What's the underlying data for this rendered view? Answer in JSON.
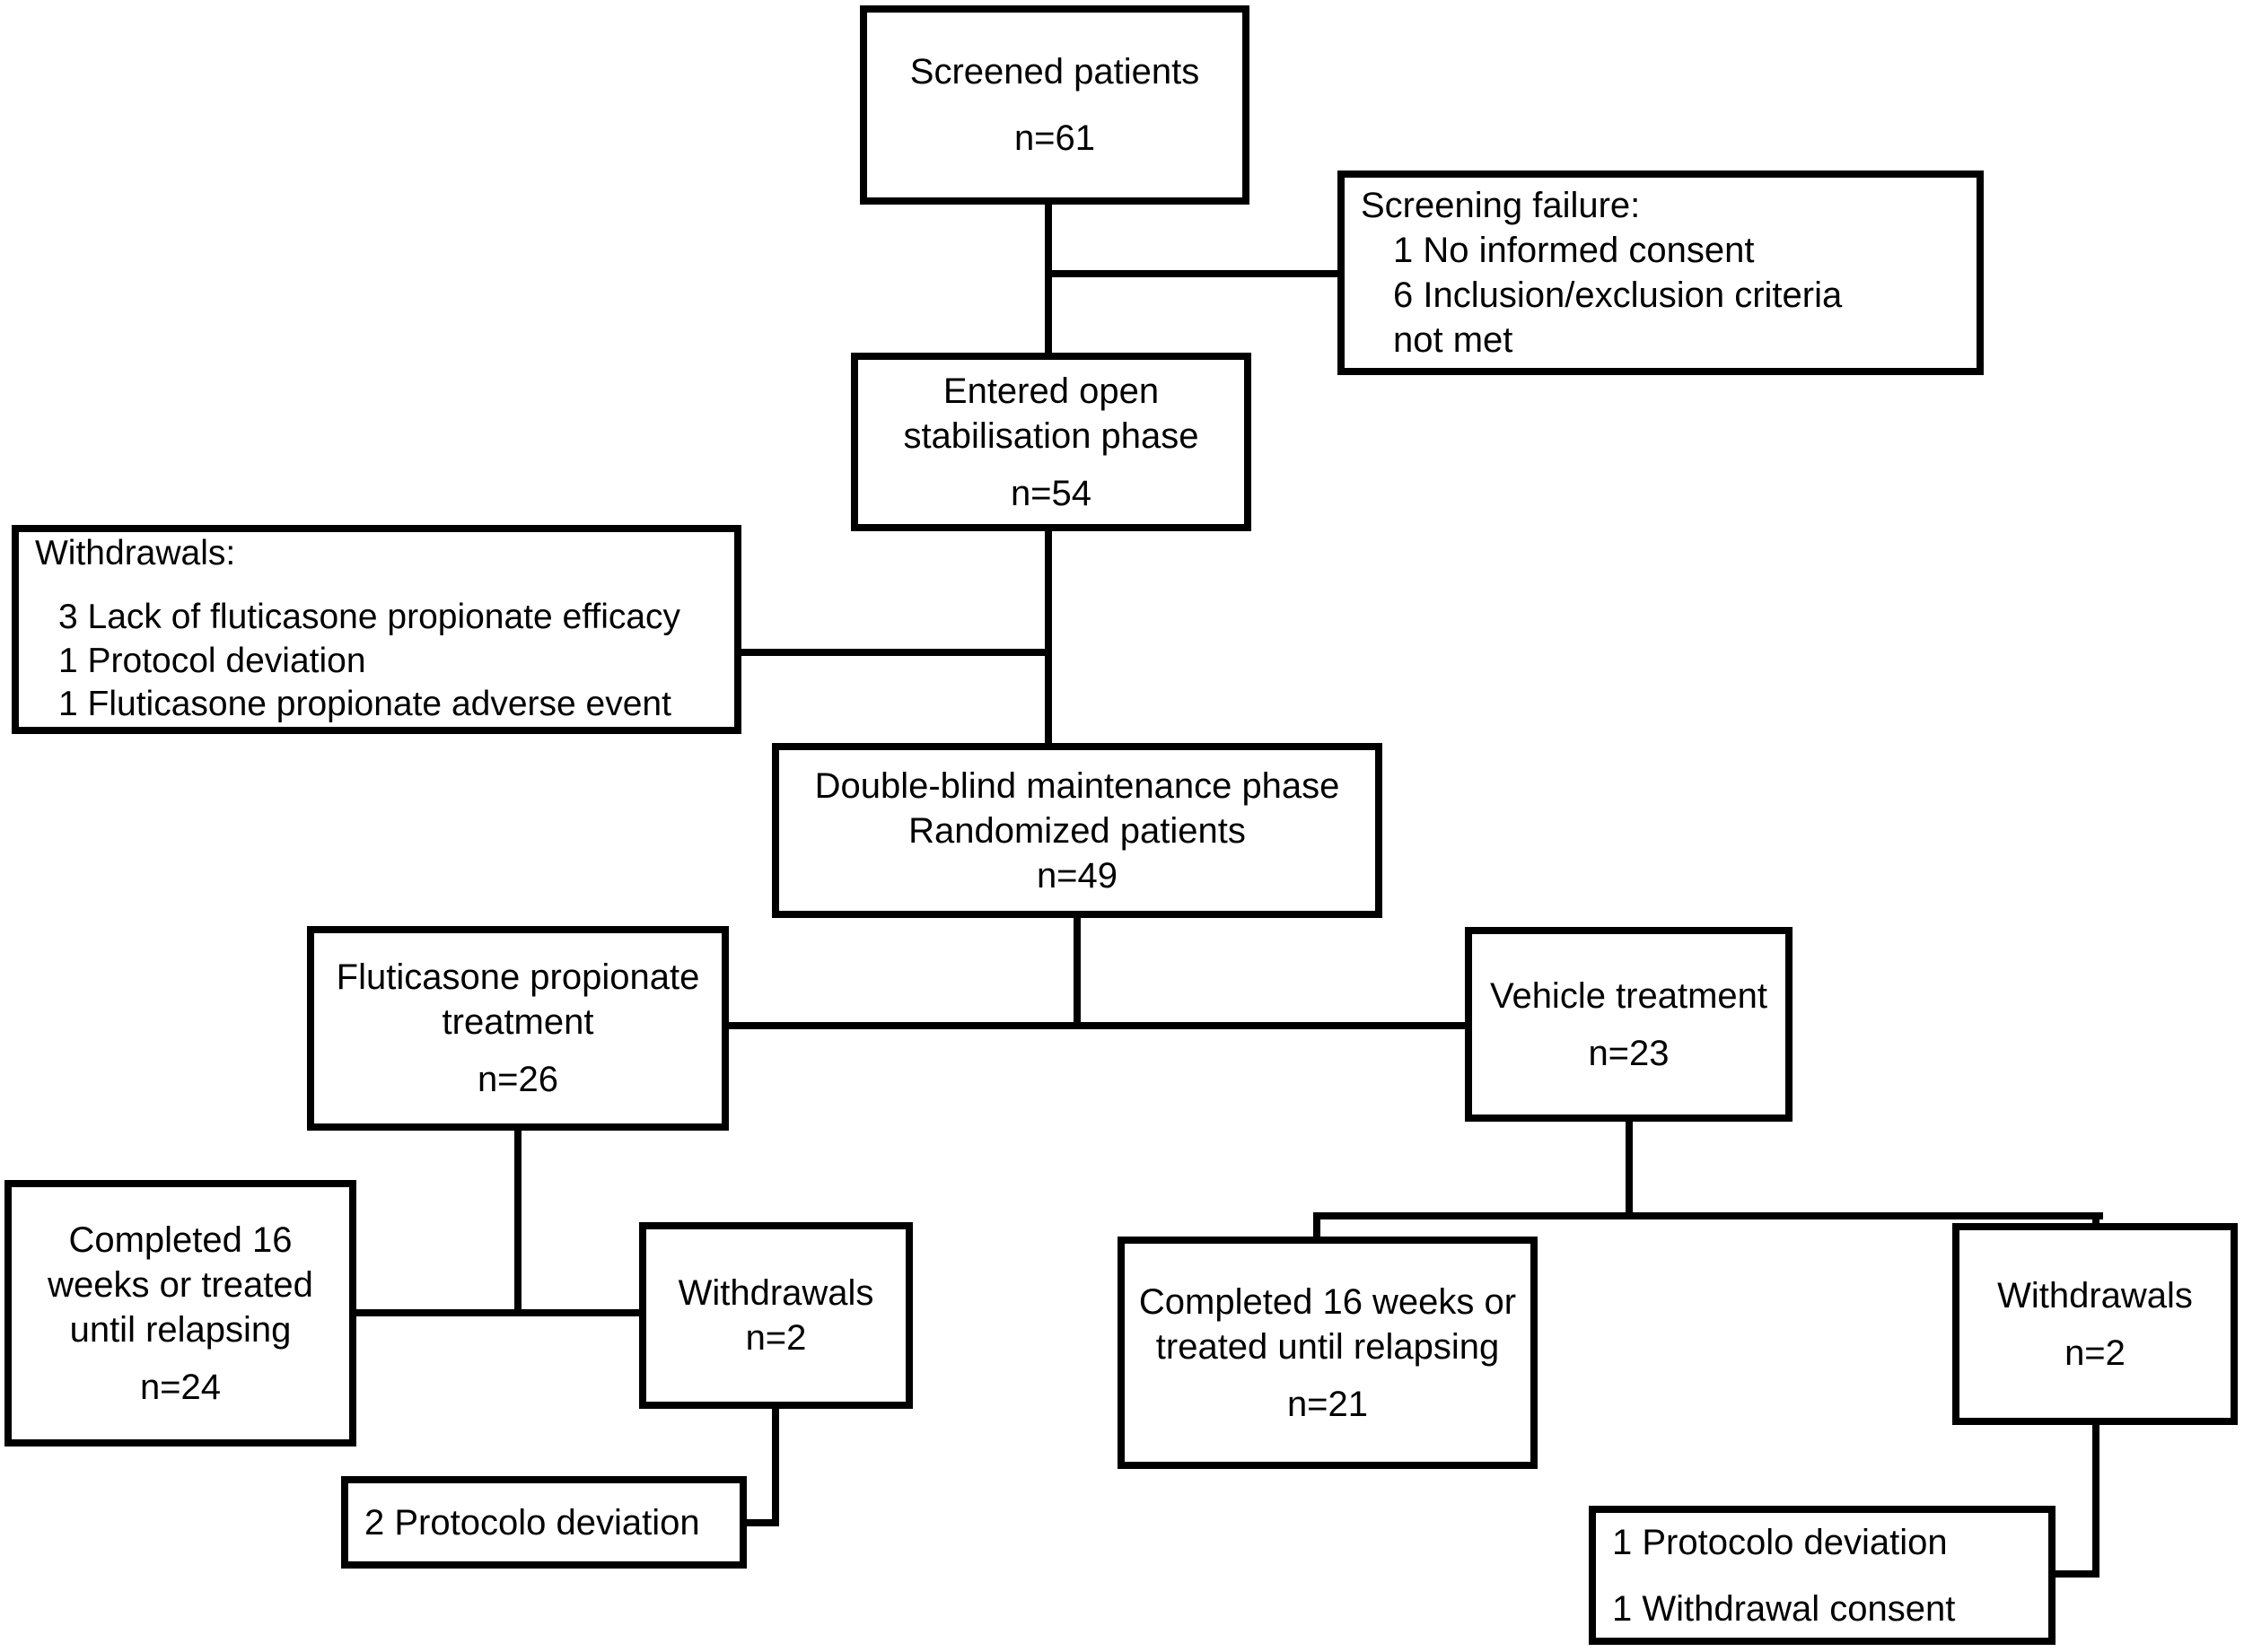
{
  "figure_type": "patient-flow-diagram",
  "colors": {
    "line": "#000000",
    "box_fill": "#ffffff",
    "background": "#ffffff"
  },
  "boxes": {
    "screened": {
      "lines": [
        "Screened patients",
        "n=61"
      ]
    },
    "screening_failure": {
      "lines": [
        "Screening failure:",
        "1 No informed consent",
        "6 Inclusion/exclusion criteria",
        "not met"
      ]
    },
    "entered": {
      "lines": [
        "Entered open",
        "stabilisation phase",
        "n=54"
      ]
    },
    "withdrawals_stabilisation": {
      "lines": [
        "Withdrawals:",
        "3 Lack of fluticasone propionate efficacy",
        "1 Protocol deviation",
        "1 Fluticasone propionate adverse event"
      ]
    },
    "double_blind": {
      "lines": [
        "Double-blind maintenance phase",
        "Randomized patients",
        "n=49"
      ]
    },
    "fluticasone": {
      "lines": [
        "Fluticasone propionate",
        "treatment",
        "n=26"
      ]
    },
    "vehicle": {
      "lines": [
        "Vehicle treatment",
        "n=23"
      ]
    },
    "completed_fp": {
      "lines": [
        "Completed 16",
        "weeks or treated",
        "until relapsing",
        "n=24"
      ]
    },
    "withdrawals_fp": {
      "lines": [
        "Withdrawals",
        "n=2"
      ]
    },
    "protocol_fp": {
      "lines": [
        "2 Protocolo deviation"
      ]
    },
    "completed_vehicle": {
      "lines": [
        "Completed 16 weeks or",
        "treated until relapsing",
        "n=21"
      ]
    },
    "withdrawals_vehicle": {
      "lines": [
        "Withdrawals",
        "n=2"
      ]
    },
    "protocol_vehicle": {
      "lines": [
        "1 Protocolo deviation",
        "1 Withdrawal consent"
      ]
    }
  }
}
